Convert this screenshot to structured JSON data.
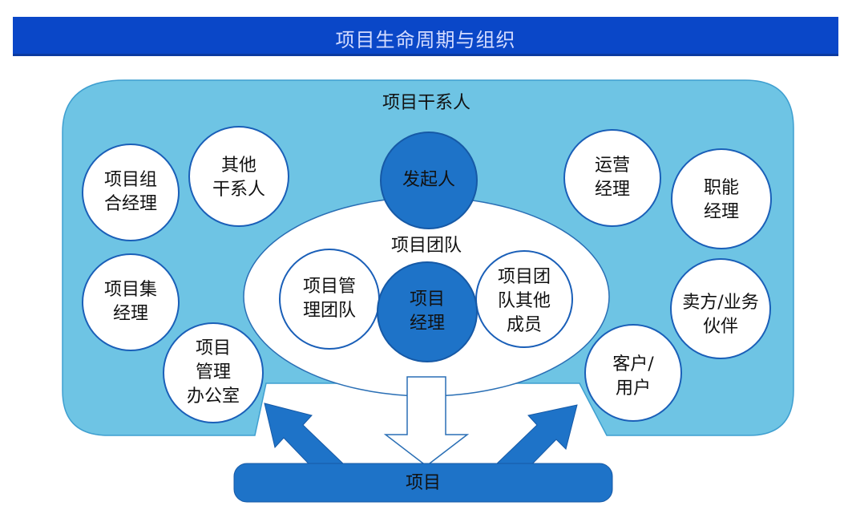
{
  "title": "项目生命周期与组织",
  "stakeholders_label": "项目干系人",
  "team_label": "项目团队",
  "project_label": "项目",
  "nodes": {
    "sponsor": [
      "发起人"
    ],
    "portfolio_manager": [
      "项目组",
      "合经理"
    ],
    "other_stakeholders": [
      "其他",
      "干系人"
    ],
    "program_manager": [
      "项目集",
      "经理"
    ],
    "pmo": [
      "项目",
      "管理",
      "办公室"
    ],
    "ops_manager": [
      "运营",
      "经理"
    ],
    "functional_manager": [
      "职能",
      "经理"
    ],
    "sellers": [
      "卖方/业务",
      "伙伴"
    ],
    "customers": [
      "客户/",
      "用户"
    ],
    "pm_team": [
      "项目管",
      "理团队"
    ],
    "project_manager": [
      "项目",
      "经理"
    ],
    "other_members": [
      "项目团",
      "队其他",
      "成员"
    ]
  },
  "colors": {
    "banner": "#0a47c8",
    "stakeholder_area": "#6ec4e4",
    "circle_fill": "#ffffff",
    "circle_stroke": "#1a5fb8",
    "core_fill": "#1e73c8",
    "project_bar": "#1e73c8"
  }
}
